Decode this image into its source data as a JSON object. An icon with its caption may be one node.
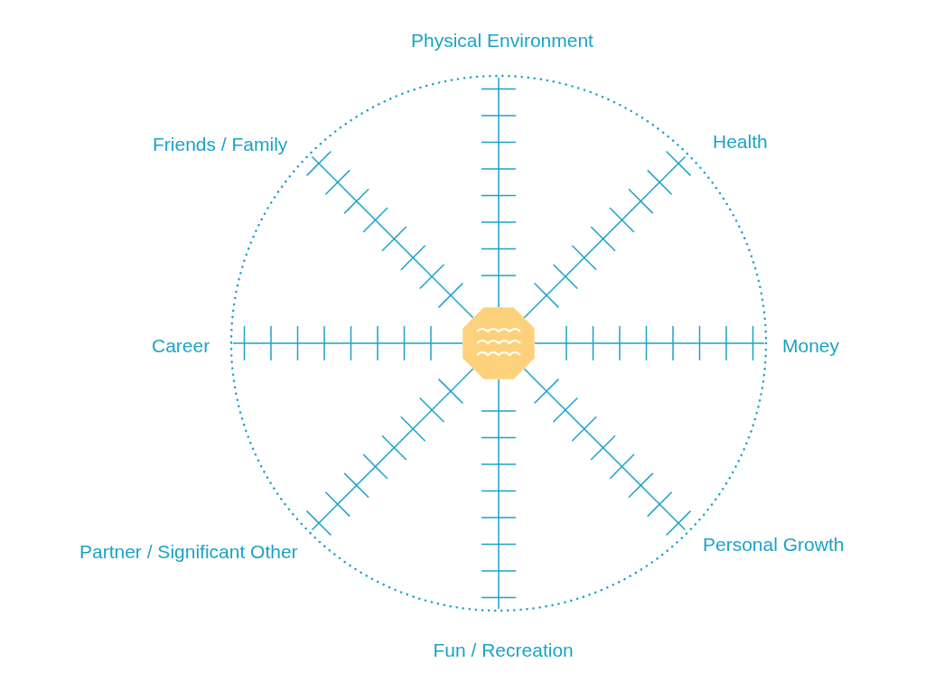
{
  "diagram": {
    "labels": [
      "Physical Environment",
      "Friends / Family",
      "Health",
      "Career",
      "Money",
      "Partner / Significant Other",
      "Personal Growth",
      "Fun / Recreation"
    ]
  }
}
